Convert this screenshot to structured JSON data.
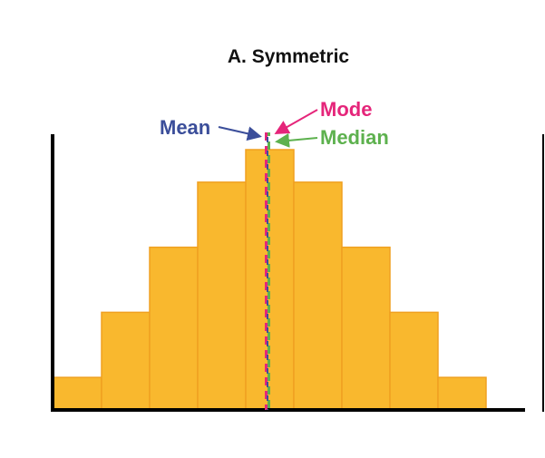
{
  "chart_data": {
    "type": "bar",
    "title": "A. Symmetric",
    "xlabel": "",
    "ylabel": "",
    "values": [
      1,
      3,
      5,
      7,
      8,
      7,
      5,
      3,
      1
    ],
    "ylim": [
      0,
      8.5
    ],
    "bar_color": "#F9B82E",
    "bar_edge_color": "#F0A020",
    "annotations": [
      {
        "label": "Mean",
        "color": "#3B4E9A"
      },
      {
        "label": "Mode",
        "color": "#E5257A"
      },
      {
        "label": "Median",
        "color": "#5DB14E"
      }
    ]
  }
}
